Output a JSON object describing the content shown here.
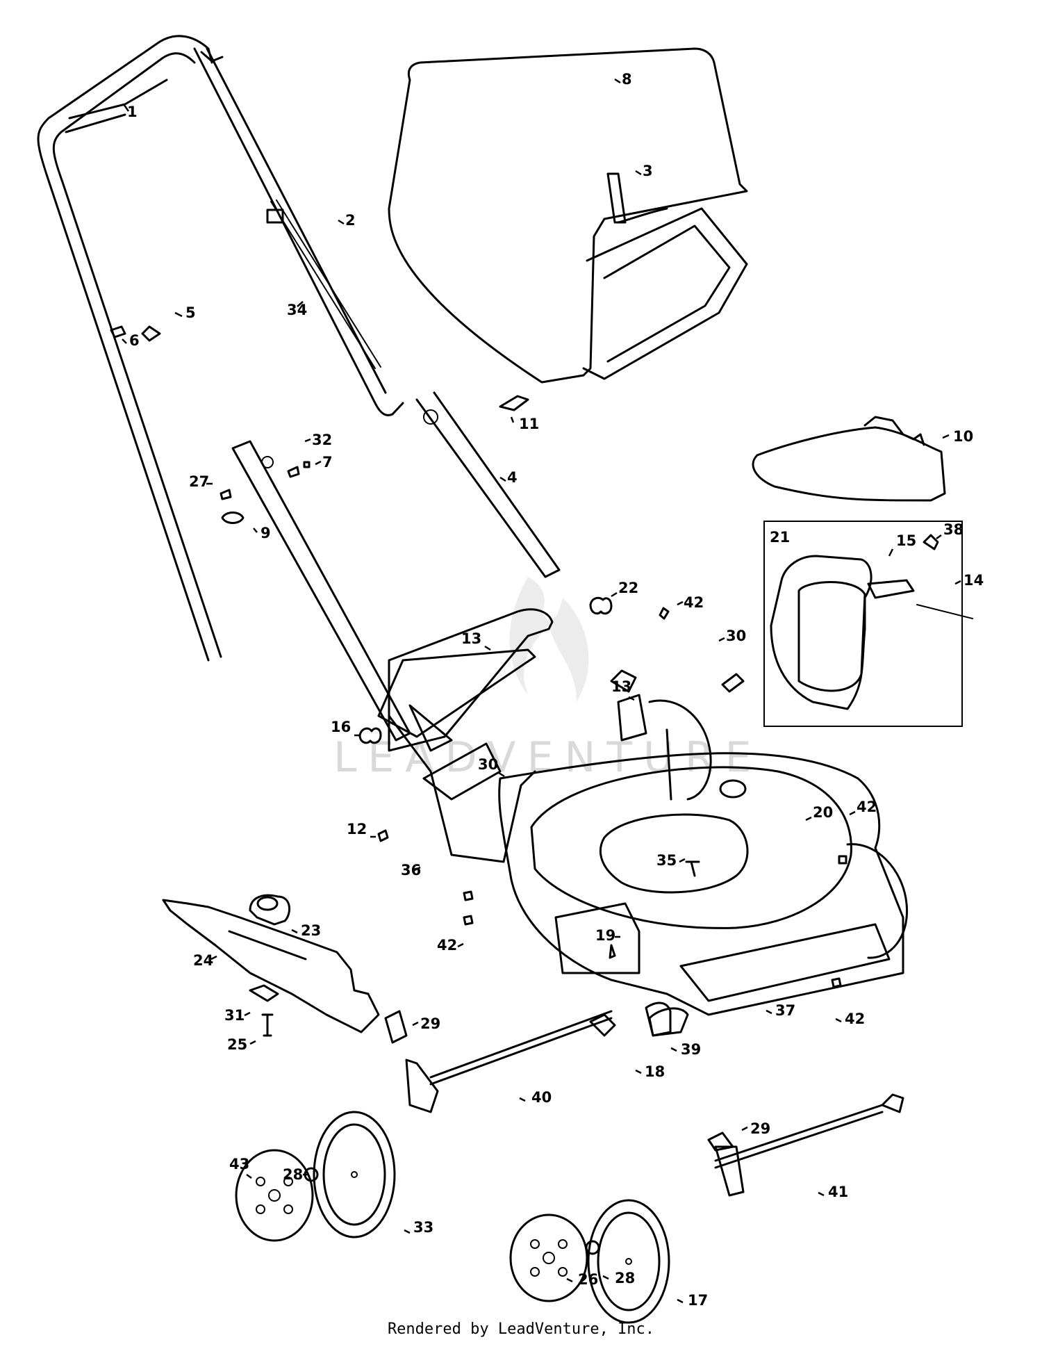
{
  "callouts": [
    {
      "label": "1"
    },
    {
      "label": "2"
    },
    {
      "label": "3"
    },
    {
      "label": "4"
    },
    {
      "label": "5"
    },
    {
      "label": "6"
    },
    {
      "label": "34"
    },
    {
      "label": "8"
    },
    {
      "label": "11"
    },
    {
      "label": "10"
    },
    {
      "label": "32"
    },
    {
      "label": "7"
    },
    {
      "label": "27"
    },
    {
      "label": "9"
    },
    {
      "label": "15"
    },
    {
      "label": "38"
    },
    {
      "label": "14"
    },
    {
      "label": "22"
    },
    {
      "label": "42"
    },
    {
      "label": "30"
    },
    {
      "label": "13"
    },
    {
      "label": "13"
    },
    {
      "label": "16"
    },
    {
      "label": "30"
    },
    {
      "label": "20"
    },
    {
      "label": "42"
    },
    {
      "label": "12"
    },
    {
      "label": "36"
    },
    {
      "label": "35"
    },
    {
      "label": "42"
    },
    {
      "label": "19"
    },
    {
      "label": "23"
    },
    {
      "label": "24"
    },
    {
      "label": "31"
    },
    {
      "label": "25"
    },
    {
      "label": "37"
    },
    {
      "label": "42"
    },
    {
      "label": "29"
    },
    {
      "label": "39"
    },
    {
      "label": "18"
    },
    {
      "label": "40"
    },
    {
      "label": "29"
    },
    {
      "label": "43"
    },
    {
      "label": "28"
    },
    {
      "label": "33"
    },
    {
      "label": "41"
    },
    {
      "label": "26"
    },
    {
      "label": "28"
    },
    {
      "label": "17"
    }
  ],
  "inset": {
    "label": "21"
  },
  "watermark": "LEADVENTURE",
  "footer": "Rendered by LeadVenture, Inc."
}
